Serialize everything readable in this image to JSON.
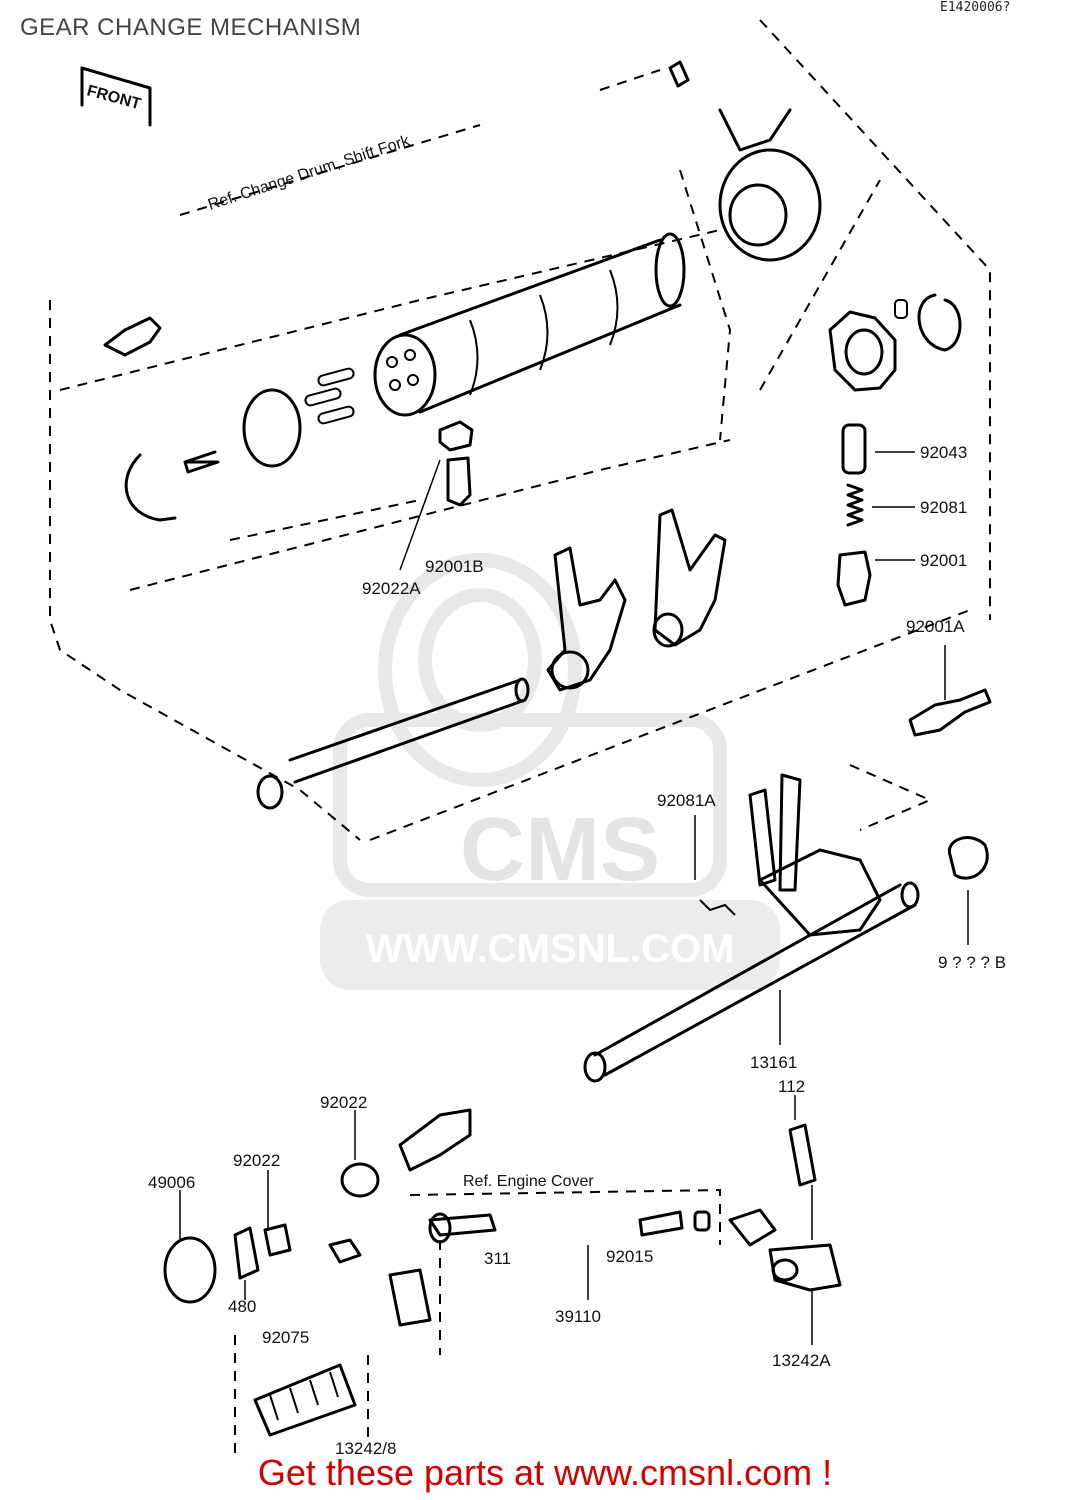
{
  "header": {
    "title": "GEAR CHANGE MECHANISM",
    "diagram_code": "E1420006?"
  },
  "tags": {
    "front": "FRONT",
    "ref_drum": "Ref. Change Drum, Shift Fork",
    "ref_cover": "Ref. Engine Cover"
  },
  "watermark": {
    "brand": "CMS",
    "url": "WWW.CMSNL.COM"
  },
  "labels": {
    "p92043": "92043",
    "p92081": "92081",
    "p92001": "92001",
    "p92001A": "92001A",
    "p92001B": "92001B",
    "p92022A": "92022A",
    "p92081A": "92081A",
    "p92033B": "9 ? ? ? B",
    "p13161": "13161",
    "p112": "112",
    "p92022a": "92022",
    "p92022b": "92022",
    "p49006": "49006",
    "p480": "480",
    "p311": "311",
    "p92015": "92015",
    "p39110": "39110",
    "p13242A": "13242A",
    "p92075": "92075",
    "p13242B": "13242/8"
  },
  "footer": {
    "cta": "Get these parts at www.cmsnl.com !"
  }
}
